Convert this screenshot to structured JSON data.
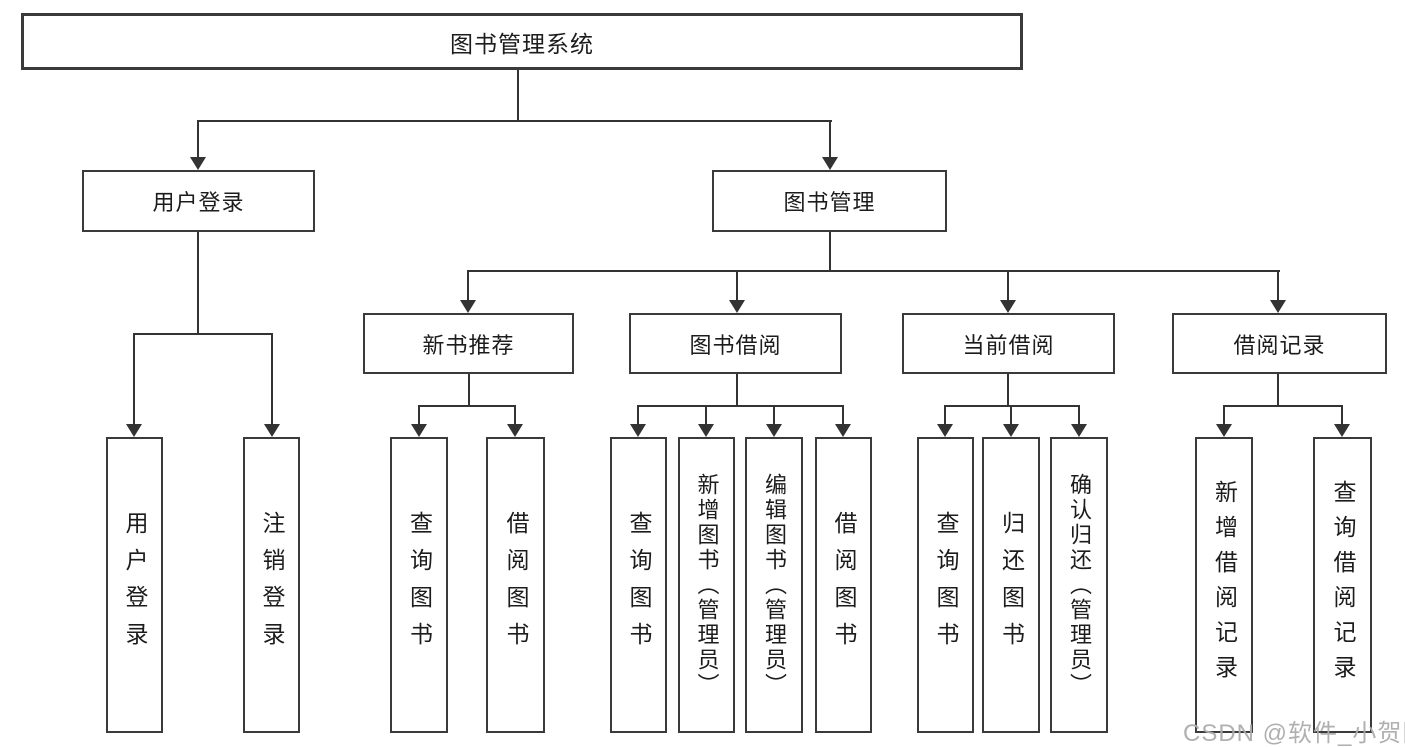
{
  "diagram": {
    "title": "图书管理系统",
    "root": {
      "label": "图书管理系统"
    },
    "level2": [
      {
        "label": "用户登录"
      },
      {
        "label": "图书管理"
      }
    ],
    "level3": [
      {
        "label": "新书推荐",
        "parent": "图书管理"
      },
      {
        "label": "图书借阅",
        "parent": "图书管理"
      },
      {
        "label": "当前借阅",
        "parent": "图书管理"
      },
      {
        "label": "借阅记录",
        "parent": "图书管理"
      }
    ],
    "leaves": [
      {
        "label": "用户登录",
        "parent": "用户登录"
      },
      {
        "label": "注销登录",
        "parent": "用户登录"
      },
      {
        "label": "查询图书",
        "parent": "新书推荐"
      },
      {
        "label": "借阅图书",
        "parent": "新书推荐"
      },
      {
        "label": "查询图书",
        "parent": "图书借阅"
      },
      {
        "label": "新增图书（管理员）",
        "parent": "图书借阅"
      },
      {
        "label": "编辑图书（管理员）",
        "parent": "图书借阅"
      },
      {
        "label": "借阅图书",
        "parent": "图书借阅"
      },
      {
        "label": "查询图书",
        "parent": "当前借阅"
      },
      {
        "label": "归还图书",
        "parent": "当前借阅"
      },
      {
        "label": "确认归还（管理员）",
        "parent": "当前借阅"
      },
      {
        "label": "新增借阅记录",
        "parent": "借阅记录"
      },
      {
        "label": "查询借阅记录",
        "parent": "借阅记录"
      }
    ]
  },
  "watermark": {
    "text": "CSDN @软件_小贺同学"
  },
  "colors": {
    "line": "#333333",
    "box_background": "#ffffff",
    "text": "#1c1c1c",
    "watermark": "#acacac"
  }
}
